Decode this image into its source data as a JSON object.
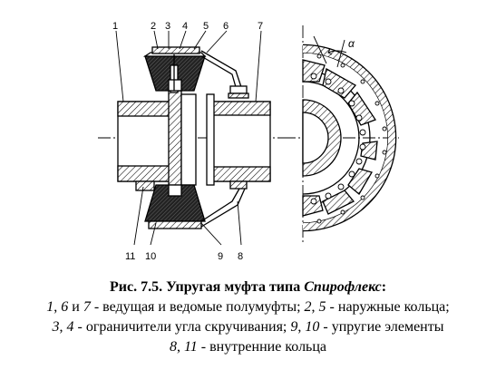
{
  "callouts_top": [
    "1",
    "2",
    "3",
    "4",
    "5",
    "6",
    "7"
  ],
  "callouts_bottom": [
    "11",
    "10",
    "9",
    "8"
  ],
  "angle_symbol": "α",
  "caption": {
    "title_prefix": "Рис. 7.5. Упругая муфта типа ",
    "title_italic": "Спирофлекс",
    "title_suffix": ":",
    "l2_n1": "1",
    "l2_s1": ", ",
    "l2_n2": "6",
    "l2_s2": " и ",
    "l2_n3": "7",
    "l2_s3": " - ведущая и ведомые полумуфты; ",
    "l2_n4": "2",
    "l2_s4": ", ",
    "l2_n5": "5",
    "l2_s5": " - наружные кольца;",
    "l3_n1": "3",
    "l3_s1": ", ",
    "l3_n2": "4",
    "l3_s2": " - ограничители угла скручивания; ",
    "l3_n3": "9",
    "l3_s3": ", ",
    "l3_n4": "10",
    "l3_s4": " - упругие элементы",
    "l4_n1": "8",
    "l4_s1": ", ",
    "l4_n2": "11",
    "l4_s2": " - внутренние кольца"
  }
}
